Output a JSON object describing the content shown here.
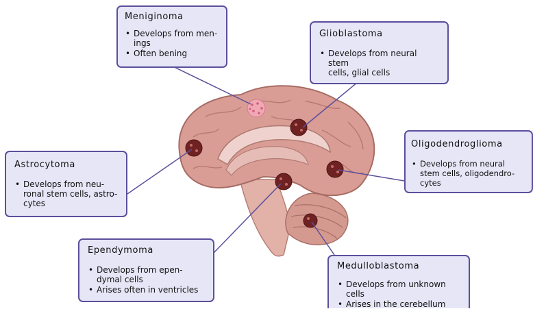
{
  "colors": {
    "box_fill": "#e6e6f7",
    "box_border": "#5b4f9c",
    "connector": "#5b4f9c",
    "brain": "#d79a92",
    "tumor": "#7a2a2a"
  },
  "tumors": {
    "meningioma": {
      "title": "Meniginoma",
      "lines": [
        "Develops from   men-\nings",
        "Often bening"
      ]
    },
    "glioblastoma": {
      "title": "Glioblastoma",
      "lines": [
        "Develops from neural stem\ncells, glial cells"
      ]
    },
    "astrocytoma": {
      "title": "Astrocytoma",
      "lines": [
        "Develops from neu-\nronal stem cells, astro-\ncytes"
      ]
    },
    "oligodendroglioma": {
      "title": "Oligodendroglioma",
      "lines": [
        "Develops from neural\nstem cells, oligodendro-cytes"
      ]
    },
    "ependymoma": {
      "title": "Ependymoma",
      "lines": [
        "Develops from epen-\ndymal cells",
        "Arises often in  ventricles"
      ]
    },
    "medulloblastoma": {
      "title": "Medulloblastoma",
      "lines": [
        "Develops from unknown\ncells",
        "Arises in the cerebellum"
      ]
    }
  }
}
